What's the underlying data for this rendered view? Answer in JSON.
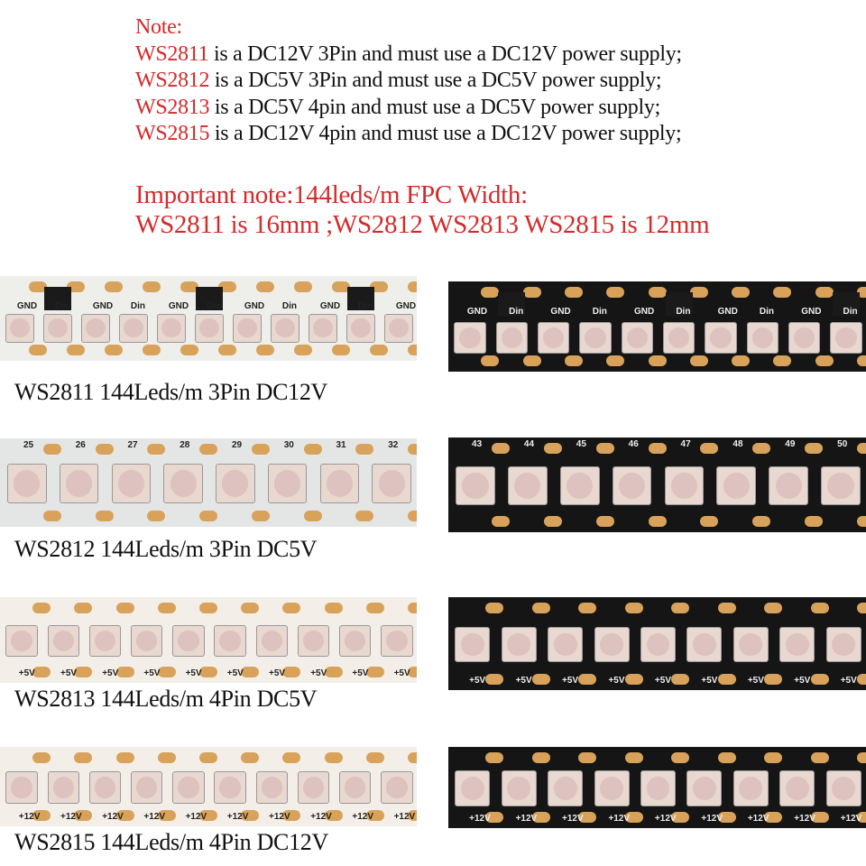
{
  "note": {
    "heading": "Note:",
    "lines": [
      {
        "model": "WS2811",
        "text": " is a DC12V 3Pin and must use a DC12V power supply;"
      },
      {
        "model": "WS2812",
        "text": " is a DC5V 3Pin and must use a DC5V power supply;"
      },
      {
        "model": "WS2813",
        "text": " is a DC5V 4pin and must use a DC5V power supply;"
      },
      {
        "model": "WS2815",
        "text": " is a DC12V 4pin and must use a DC12V power supply;"
      }
    ]
  },
  "important": {
    "line1": "Important note:144leds/m FPC Width:",
    "line2": "WS2811 is 16mm ;WS2812 WS2813 WS2815 is 12mm"
  },
  "colors": {
    "accent_red": "#d42a2a",
    "pad_gold": "#d9a25a",
    "white_pcb": "#eeeeea",
    "black_pcb": "#151515",
    "led_face": "#e8d8cf"
  },
  "products": [
    {
      "label": "WS2811 144Leds/m 3Pin DC12V",
      "white_strip_marks": [
        "GND",
        "Din"
      ],
      "black_strip_marks": [
        "GND",
        "Din"
      ]
    },
    {
      "label": "WS2812 144Leds/m 3Pin DC5V",
      "white_strip_marks": [
        "25",
        "26",
        "27",
        "28",
        "29",
        "30",
        "31",
        "32"
      ],
      "black_strip_marks": [
        "43",
        "44",
        "45",
        "46",
        "47",
        "48",
        "49",
        "50"
      ]
    },
    {
      "label": "WS2813 144Leds/m 4Pin DC5V",
      "white_strip_marks": [
        "+5V"
      ],
      "black_strip_marks": [
        "+5V"
      ]
    },
    {
      "label": "WS2815 144Leds/m 4Pin DC12V",
      "white_strip_marks": [
        "+12V"
      ],
      "black_strip_marks": [
        "+12V"
      ]
    }
  ]
}
